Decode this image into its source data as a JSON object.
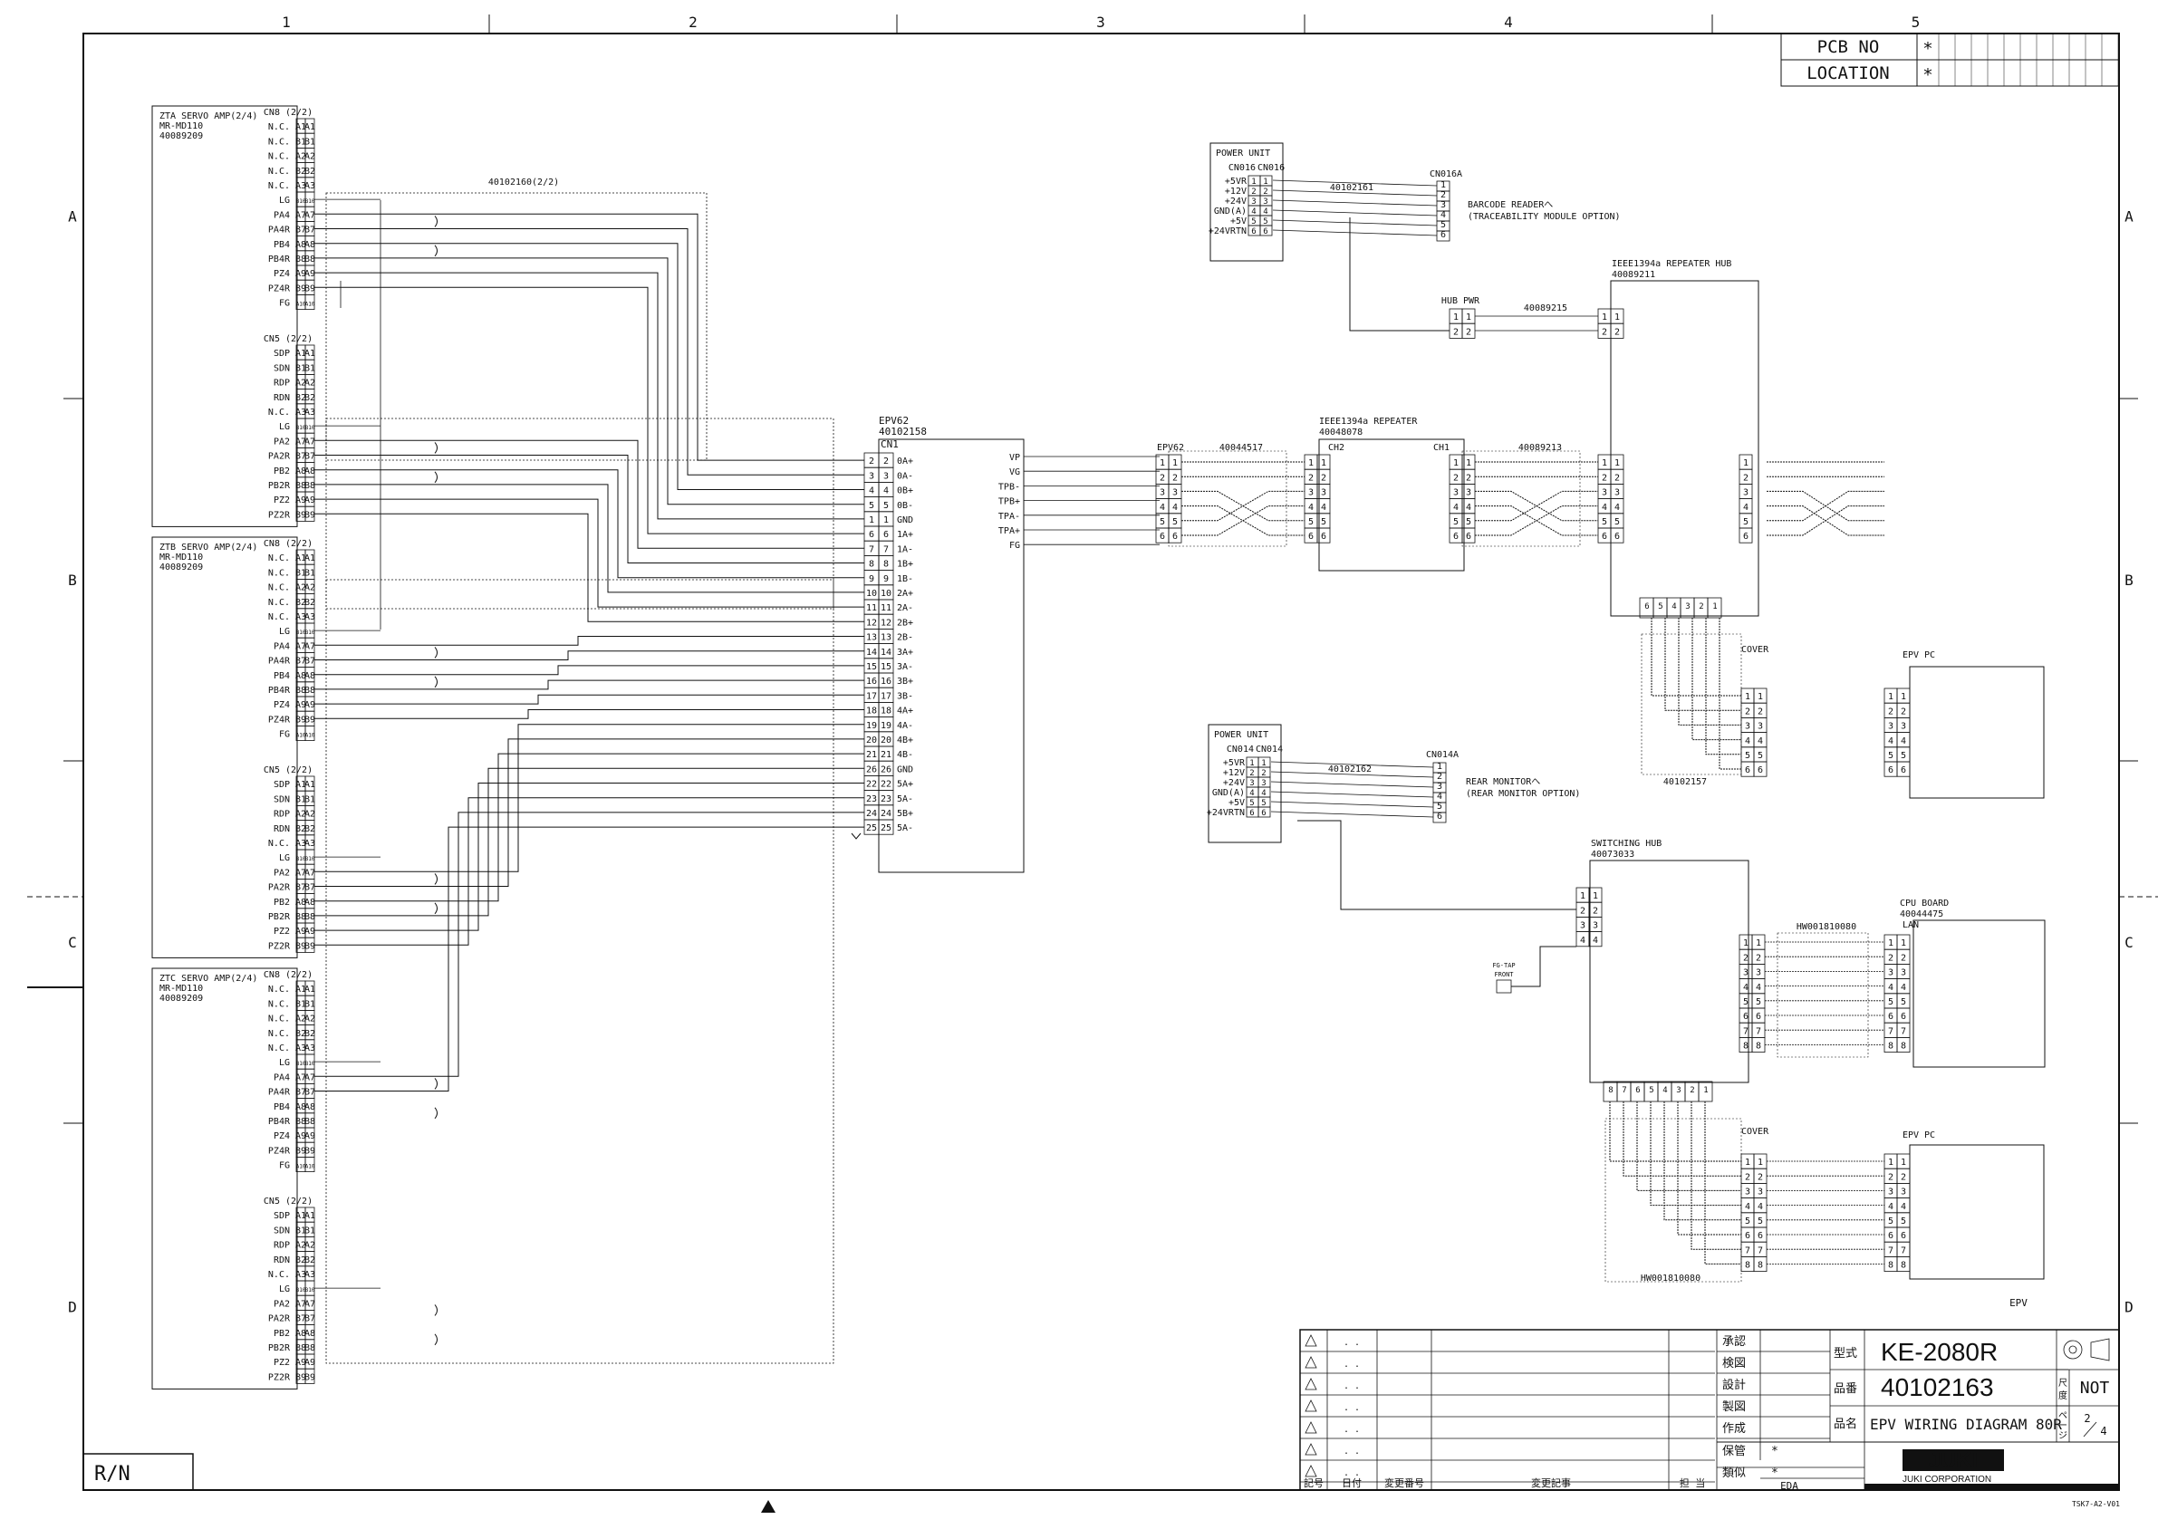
{
  "frame": {
    "columns": [
      "1",
      "2",
      "3",
      "4",
      "5"
    ],
    "rows": [
      "A",
      "B",
      "C",
      "D"
    ],
    "pcb_no_label": "PCB NO",
    "location_label": "LOCATION",
    "star": "*",
    "rn_label": "R/N",
    "corner_code": "TSK7-A2-V01"
  },
  "servo_amps": [
    {
      "name": "ZTA SERVO AMP(2/4)",
      "model": "MR-MD110",
      "part": "40089209"
    },
    {
      "name": "ZTB SERVO AMP(2/4)",
      "model": "MR-MD110",
      "part": "40089209"
    },
    {
      "name": "ZTC SERVO AMP(2/4)",
      "model": "MR-MD110",
      "part": "40089209"
    }
  ],
  "connectors": {
    "cn8": {
      "title": "CN8 (2/2)",
      "pins": [
        {
          "sig": "N.C.",
          "pin": "A1"
        },
        {
          "sig": "N.C.",
          "pin": "B1"
        },
        {
          "sig": "N.C.",
          "pin": "A2"
        },
        {
          "sig": "N.C.",
          "pin": "B2"
        },
        {
          "sig": "N.C.",
          "pin": "A3"
        },
        {
          "sig": "LG",
          "pin": "B10"
        },
        {
          "sig": "PA4",
          "pin": "A7"
        },
        {
          "sig": "PA4R",
          "pin": "B7"
        },
        {
          "sig": "PB4",
          "pin": "A8"
        },
        {
          "sig": "PB4R",
          "pin": "B8"
        },
        {
          "sig": "PZ4",
          "pin": "A9"
        },
        {
          "sig": "PZ4R",
          "pin": "B9"
        },
        {
          "sig": "FG",
          "pin": "A10"
        }
      ]
    },
    "cn5": {
      "title": "CN5 (2/2)",
      "pins": [
        {
          "sig": "SDP",
          "pin": "A1"
        },
        {
          "sig": "SDN",
          "pin": "B1"
        },
        {
          "sig": "RDP",
          "pin": "A2"
        },
        {
          "sig": "RDN",
          "pin": "B2"
        },
        {
          "sig": "N.C.",
          "pin": "A3"
        },
        {
          "sig": "LG",
          "pin": "B10"
        },
        {
          "sig": "PA2",
          "pin": "A7"
        },
        {
          "sig": "PA2R",
          "pin": "B7"
        },
        {
          "sig": "PB2",
          "pin": "A8"
        },
        {
          "sig": "PB2R",
          "pin": "B8"
        },
        {
          "sig": "PZ2",
          "pin": "A9"
        },
        {
          "sig": "PZ2R",
          "pin": "B9"
        }
      ]
    }
  },
  "cable_top": "40102160(2/2)",
  "epv62": {
    "title": "EPV62",
    "part": "40102158",
    "cn1": "CN1",
    "pins": [
      {
        "n": "2",
        "sig": "0A+"
      },
      {
        "n": "3",
        "sig": "0A-"
      },
      {
        "n": "4",
        "sig": "0B+"
      },
      {
        "n": "5",
        "sig": "0B-"
      },
      {
        "n": "1",
        "sig": "GND"
      },
      {
        "n": "6",
        "sig": "1A+"
      },
      {
        "n": "7",
        "sig": "1A-"
      },
      {
        "n": "8",
        "sig": "1B+"
      },
      {
        "n": "9",
        "sig": "1B-"
      },
      {
        "n": "10",
        "sig": "2A+"
      },
      {
        "n": "11",
        "sig": "2A-"
      },
      {
        "n": "12",
        "sig": "2B+"
      },
      {
        "n": "13",
        "sig": "2B-"
      },
      {
        "n": "14",
        "sig": "3A+"
      },
      {
        "n": "15",
        "sig": "3A-"
      },
      {
        "n": "16",
        "sig": "3B+"
      },
      {
        "n": "17",
        "sig": "3B-"
      },
      {
        "n": "18",
        "sig": "4A+"
      },
      {
        "n": "19",
        "sig": "4A-"
      },
      {
        "n": "20",
        "sig": "4B+"
      },
      {
        "n": "21",
        "sig": "4B-"
      },
      {
        "n": "26",
        "sig": "GND"
      },
      {
        "n": "22",
        "sig": "5A+"
      },
      {
        "n": "23",
        "sig": "5A-"
      },
      {
        "n": "24",
        "sig": "5B+"
      },
      {
        "n": "25",
        "sig": "5A-"
      }
    ],
    "right_signals": [
      "VP",
      "VG",
      "TPB-",
      "TPB+",
      "TPA-",
      "TPA+",
      "FG"
    ]
  },
  "power_unit_a": {
    "title": "POWER UNIT",
    "cn_left": "CN016",
    "cn_right": "CN016",
    "signals": [
      "+5VR",
      "+12V",
      "+24V",
      "GND(A)",
      "+5V",
      "+24VRTN"
    ],
    "cable": "40102161",
    "dest_cn": "CN016A",
    "dest_label": "BARCODE READERへ",
    "dest_sub": "(TRACEABILITY MODULE OPTION)"
  },
  "power_unit_b": {
    "title": "POWER UNIT",
    "cn_left": "CN014",
    "cn_right": "CN014",
    "signals": [
      "+5VR",
      "+12V",
      "+24V",
      "GND(A)",
      "+5V",
      "+24VRTN"
    ],
    "cable": "40102162",
    "dest_cn": "CN014A",
    "dest_label": "REAR MONITORへ",
    "dest_sub": "(REAR MONITOR OPTION)"
  },
  "hub_pwr": {
    "label": "HUB PWR",
    "cable": "40089215"
  },
  "repeater_hub": {
    "title": "IEEE1394a REPEATER HUB",
    "part": "40089211"
  },
  "repeater": {
    "title": "IEEE1394a REPEATER",
    "part": "40048078",
    "ch2": "CH2",
    "ch1": "CH1"
  },
  "epv62_link": {
    "label": "EPV62",
    "cable": "40044517",
    "cable2": "40089213"
  },
  "cover_top": {
    "label": "COVER",
    "cable": "40102157",
    "epv_pc": "EPV PC"
  },
  "switching_hub": {
    "title": "SWITCHING HUB",
    "part": "40073033"
  },
  "fg_tap": {
    "line1": "FG-TAP",
    "line2": "FRONT"
  },
  "cpu_board": {
    "title": "CPU BOARD",
    "part": "40044475",
    "lan": "LAN",
    "cable": "HW001810080"
  },
  "cover_bottom": {
    "label": "COVER",
    "cable": "HW001810080",
    "epv_pc": "EPV PC"
  },
  "epv_label": "EPV",
  "title_block": {
    "rev_marks": [
      ". .",
      ". .",
      ". .",
      ". .",
      ". .",
      ". .",
      ". ."
    ],
    "col_mark": "記号",
    "col_date": "日付",
    "col_change_no": "変更番号",
    "col_change": "変更記事",
    "col_person": "担 当",
    "approve": "承認",
    "check": "検図",
    "design": "設計",
    "draft": "製図",
    "create": "作成",
    "keep": "保管",
    "similar": "類似",
    "keep_val": "*",
    "similar_val": "*",
    "eda": "EDA",
    "model_label": "型式",
    "model": "KE-2080R",
    "partno_label": "品番",
    "partno": "40102163",
    "name_label": "品名",
    "name": "EPV WIRING DIAGRAM 80R",
    "scale_label": "尺度",
    "scale": "NOT",
    "page_label": "ページ",
    "page_num": "2",
    "page_total": "4",
    "company_logo": "JUKI",
    "company": "JUKI CORPORATION"
  }
}
